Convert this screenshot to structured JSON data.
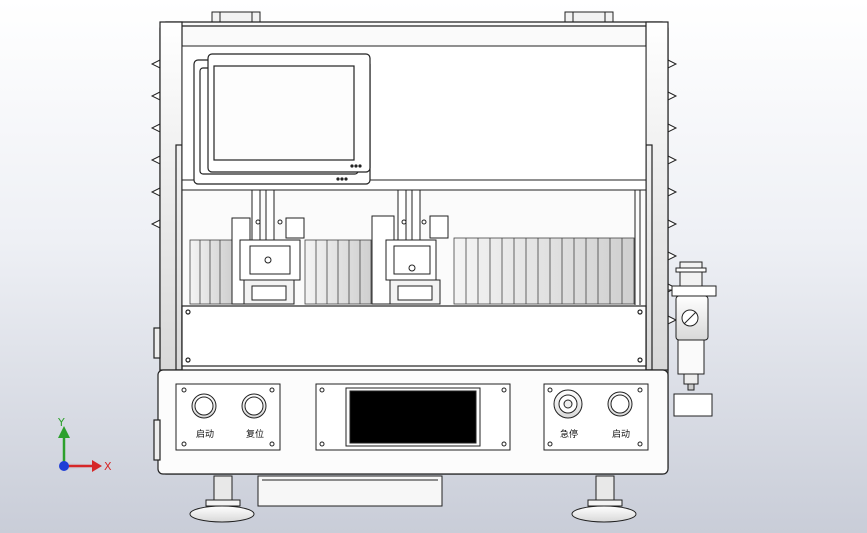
{
  "labels": {
    "start_left": "启动",
    "reset": "复位",
    "emergency_stop": "急停",
    "start_right": "启动"
  },
  "axes": {
    "y": "Y",
    "x": "X"
  },
  "colors": {
    "line": "#222222",
    "panel": "#ffffff",
    "shade": "#dcdcdc",
    "axis_y": "#2ca02c",
    "axis_x": "#d62728",
    "axis_origin": "#1f3fd6"
  },
  "icons": {
    "coordinate_triad": "xyz-triad-icon",
    "emergency_stop": "emergency-stop-icon"
  }
}
